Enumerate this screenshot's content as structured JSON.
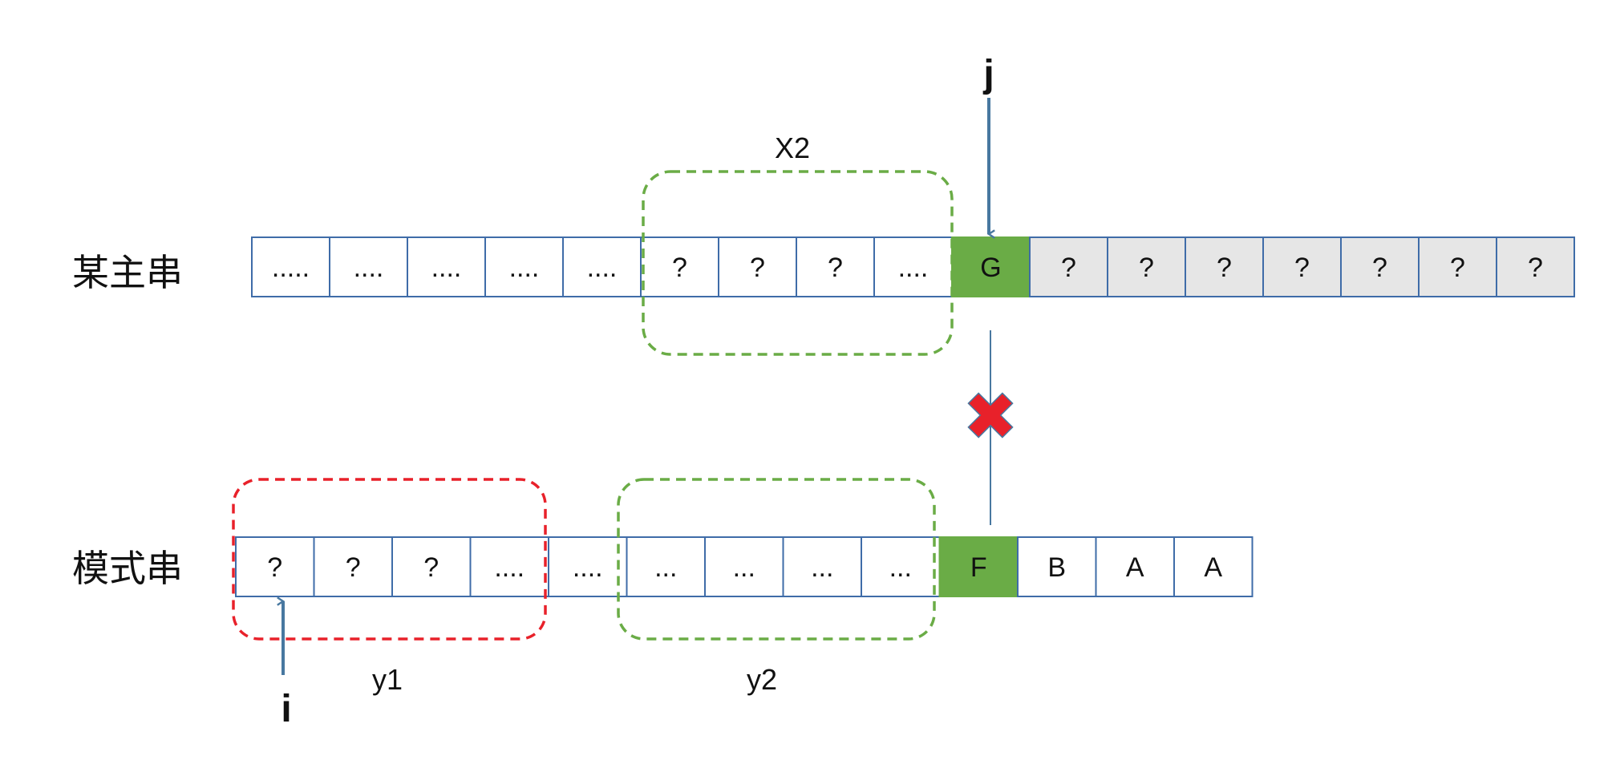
{
  "labels": {
    "main_row": "某主串",
    "pattern_row": "模式串",
    "x2": "X2",
    "y1": "y1",
    "y2": "y2",
    "i": "i",
    "j": "j"
  },
  "main_string": {
    "cells": [
      ".....",
      "....",
      "....",
      "....",
      "....",
      "?",
      "?",
      "?",
      "....",
      "G",
      "?",
      "?",
      "?",
      "?",
      "?",
      "?",
      "?"
    ],
    "highlight_index": 9,
    "grey_from_index": 10
  },
  "pattern_string": {
    "cells": [
      "?",
      "?",
      "?",
      "....",
      "....",
      "...",
      "...",
      "...",
      "...",
      "F",
      "B",
      "A",
      "A"
    ],
    "highlight_index": 9
  },
  "colors": {
    "cell_border": "#3f6ca8",
    "highlight_fill": "#6aac46",
    "grey_fill": "#e6e6e6",
    "green_dash": "#6aac46",
    "red_dash": "#e8212a",
    "pointer_arrow": "#4878a0",
    "mismatch_mark": "#e8212a"
  },
  "icons": {
    "mismatch": "cross-icon"
  }
}
